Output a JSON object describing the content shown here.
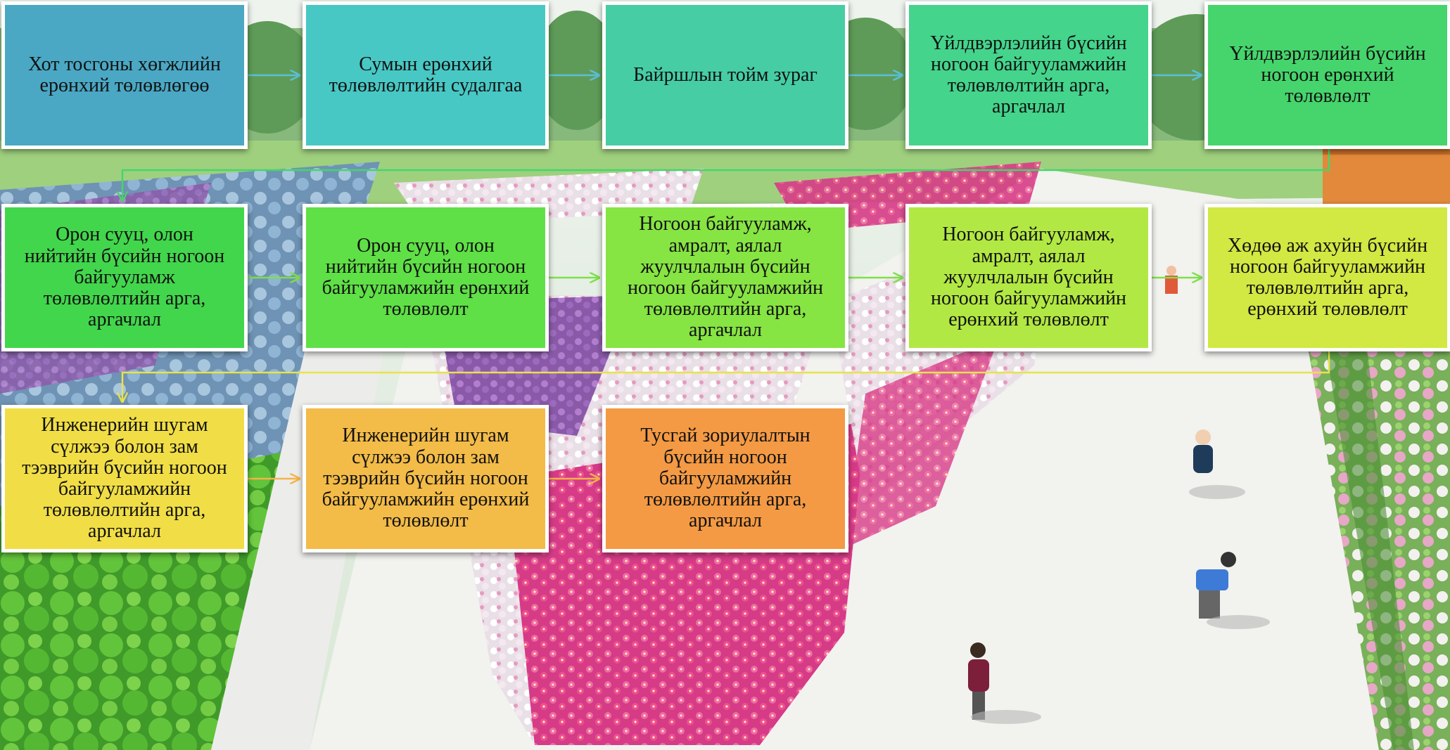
{
  "steps": [
    {
      "label": "Хот тосгоны хөгжлийн ерөнхий төлөвлөгөө",
      "color": "#4aa8c4"
    },
    {
      "label": "Сумын ерөнхий төлөвлөлтийн судалгаа",
      "color": "#48c8c4"
    },
    {
      "label": "Байршлын тойм зураг",
      "color": "#46cda4"
    },
    {
      "label": "Үйлдвэрлэлийн бүсийн ногоон байгууламжийн төлөвлөлтийн арга, аргачлал",
      "color": "#44d48c"
    },
    {
      "label": "Үйлдвэрлэлийн бүсийн ногоон ерөнхий төлөвлөлт",
      "color": "#45d56c"
    },
    {
      "label": "Орон сууц, олон нийтийн бүсийн ногоон байгууламж төлөвлөлтийн арга, аргачлал",
      "color": "#42d64c"
    },
    {
      "label": "Орон сууц, олон нийтийн бүсийн ногоон байгууламжийн ерөнхий төлөвлөлт",
      "color": "#5fe046"
    },
    {
      "label": "Ногоон байгууламж, амралт, аялал жуулчлалын бүсийн ногоон байгууламжийн төлөвлөлтийн арга, аргачлал",
      "color": "#86e443"
    },
    {
      "label": "Ногоон байгууламж, амралт, аялал жуулчлалын бүсийн ногоон байгууламжийн ерөнхий төлөвлөлт",
      "color": "#b2e843"
    },
    {
      "label": "Хөдөө аж ахуйн бүсийн ногоон байгууламжийн төлөвлөлтийн арга, ерөнхий төлөвлөлт",
      "color": "#d2e843"
    },
    {
      "label": "Инженерийн шугам сүлжээ болон зам тээврийн бүсийн ногоон байгууламжийн төлөвлөлтийн арга, аргачлал",
      "color": "#f1de46"
    },
    {
      "label": "Инженерийн шугам сүлжээ болон зам тээврийн бүсийн ногоон байгууламжийн ерөнхий төлөвлөлт",
      "color": "#f3bb48"
    },
    {
      "label": "Тусгай зориулалтын бүсийн ногоон байгууламжийн төлөвлөлтийн арга, аргачлал",
      "color": "#f49a44"
    }
  ],
  "connector_colors": {
    "row1": "#5bc0d8",
    "row1_wrap": "#45d56c",
    "row2": "#7ee04a",
    "row2_wrap": "#e8e34c",
    "row3": "#f3b44a"
  }
}
